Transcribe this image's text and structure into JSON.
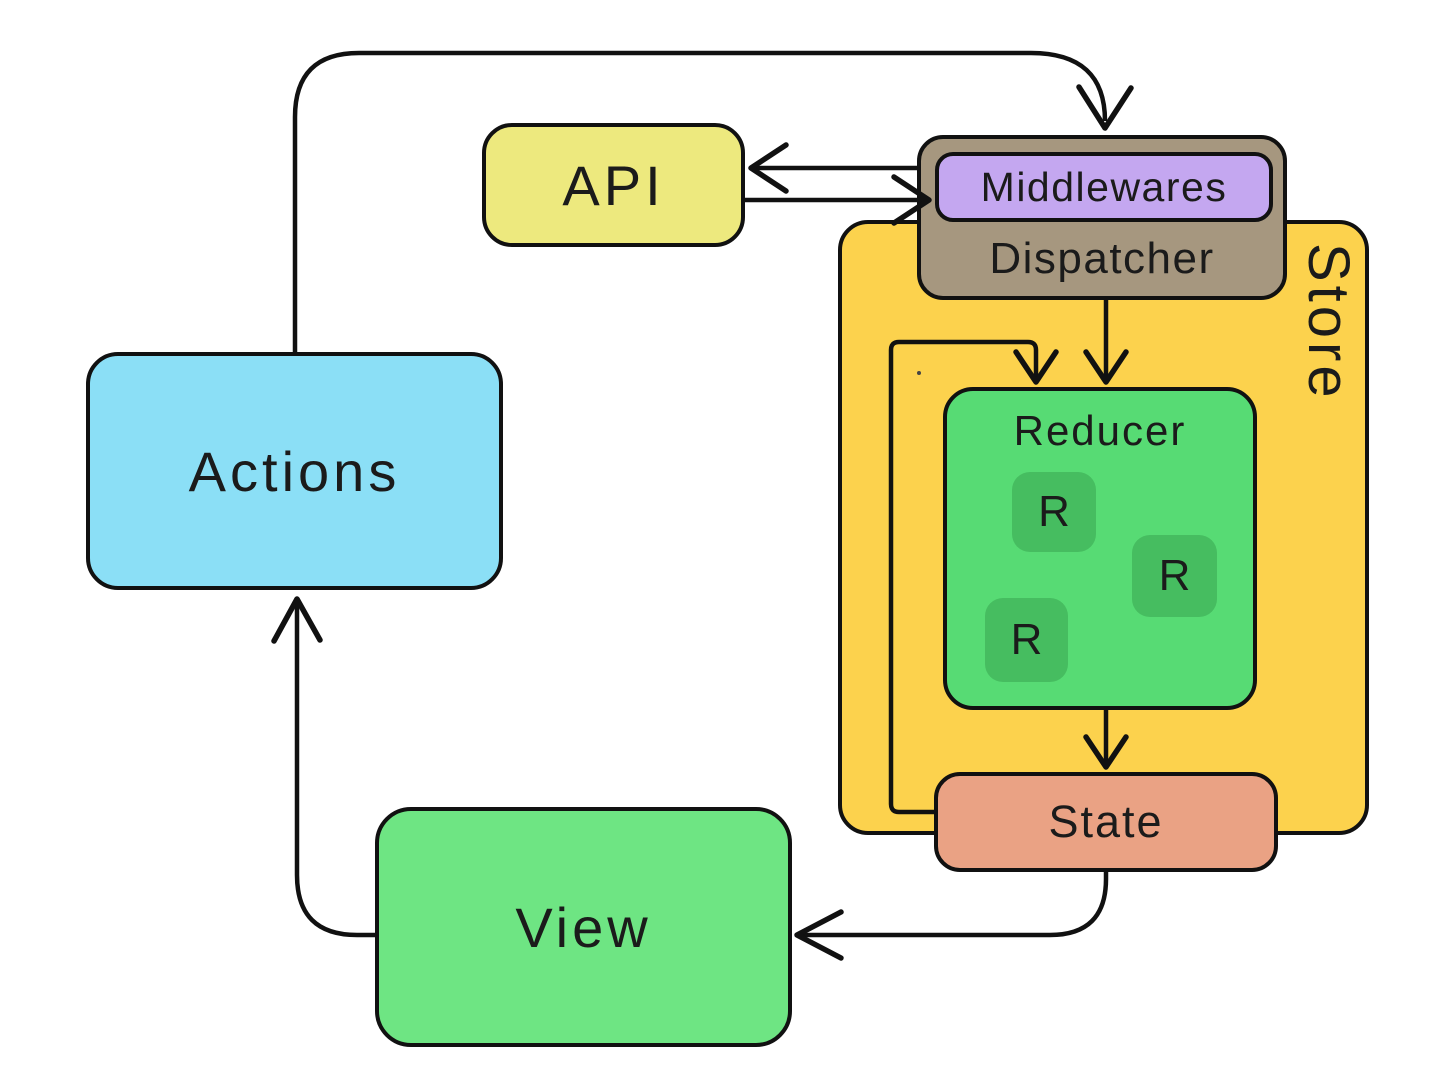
{
  "diagram": {
    "type": "flow-diagram",
    "nodes": {
      "actions": {
        "label": "Actions",
        "fill": "#8BDFF6"
      },
      "api": {
        "label": "API",
        "fill": "#EDE97E"
      },
      "store": {
        "label": "Store",
        "fill": "#FCD24D"
      },
      "dispatcher": {
        "label": "Dispatcher",
        "fill": "#A6977F"
      },
      "middlewares": {
        "label": "Middlewares",
        "fill": "#C4A7F0"
      },
      "reducer": {
        "label": "Reducer",
        "fill": "#57DB74",
        "children": [
          {
            "label": "R",
            "fill": "#46BD60"
          },
          {
            "label": "R",
            "fill": "#46BD60"
          },
          {
            "label": "R",
            "fill": "#46BD60"
          }
        ]
      },
      "state": {
        "label": "State",
        "fill": "#EAA284"
      },
      "view": {
        "label": "View",
        "fill": "#6EE583"
      }
    },
    "edges": [
      {
        "from": "actions",
        "to": "dispatcher",
        "style": "arrow"
      },
      {
        "from": "middlewares",
        "to": "api",
        "style": "arrow"
      },
      {
        "from": "api",
        "to": "middlewares",
        "style": "arrow"
      },
      {
        "from": "dispatcher",
        "to": "reducer",
        "style": "arrow"
      },
      {
        "from": "state",
        "to": "reducer",
        "style": "arrow"
      },
      {
        "from": "reducer",
        "to": "state",
        "style": "arrow"
      },
      {
        "from": "state",
        "to": "view",
        "style": "arrow"
      },
      {
        "from": "view",
        "to": "actions",
        "style": "arrow"
      }
    ],
    "stroke_color": "#111111",
    "background_color": "#FFFFFF"
  }
}
